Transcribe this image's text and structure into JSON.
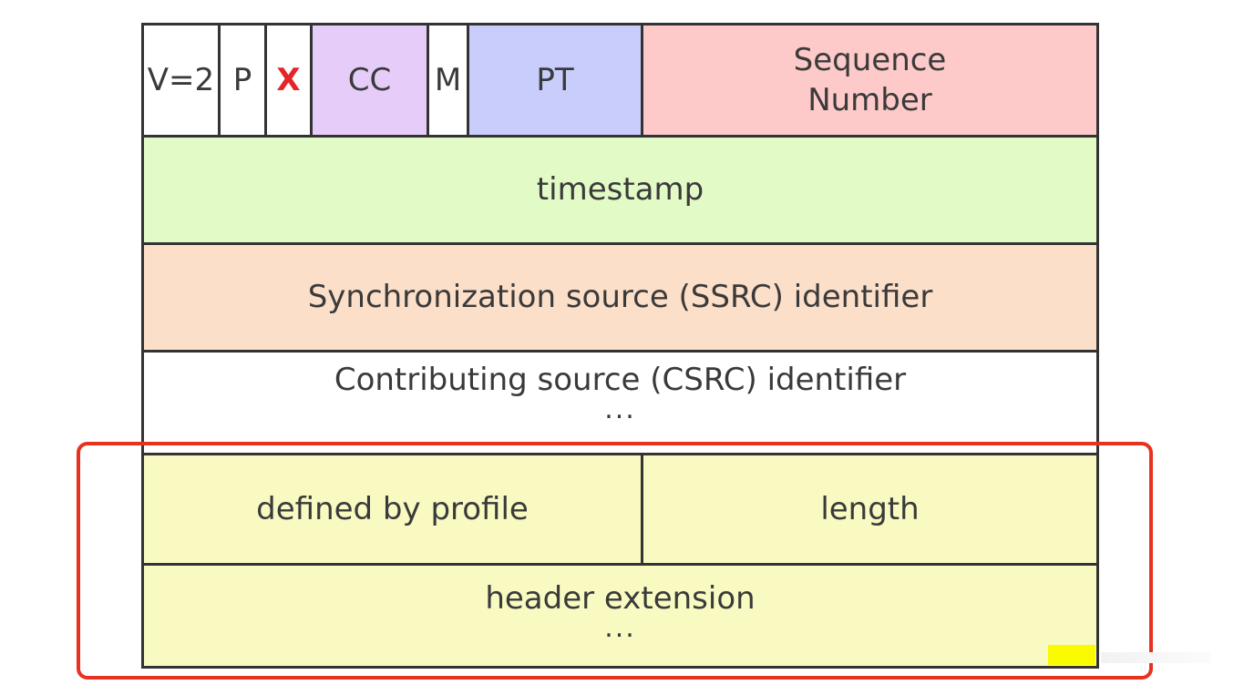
{
  "header_row": {
    "version": "V=2",
    "padding": "P",
    "extension": "X",
    "csrc_count": "CC",
    "marker": "M",
    "payload_type": "PT",
    "sequence_number_line1": "Sequence",
    "sequence_number_line2": "Number"
  },
  "timestamp": "timestamp",
  "ssrc": "Synchronization source (SSRC) identifier",
  "csrc": {
    "label": "Contributing source (CSRC) identifier",
    "ellipsis": "..."
  },
  "extension_header": {
    "defined_by_profile": "defined by profile",
    "length": "length",
    "header_extension": "header extension",
    "ellipsis": "..."
  },
  "colors": {
    "cc_fill": "#e6ccf9",
    "pt_fill": "#c9cdfb",
    "sequence_fill": "#fdc9c9",
    "timestamp_fill": "#e2fbc6",
    "ssrc_fill": "#fcdfc9",
    "extension_fill": "#f8fac2",
    "highlight_border": "#e8321f",
    "x_flag": "#e5252a"
  }
}
